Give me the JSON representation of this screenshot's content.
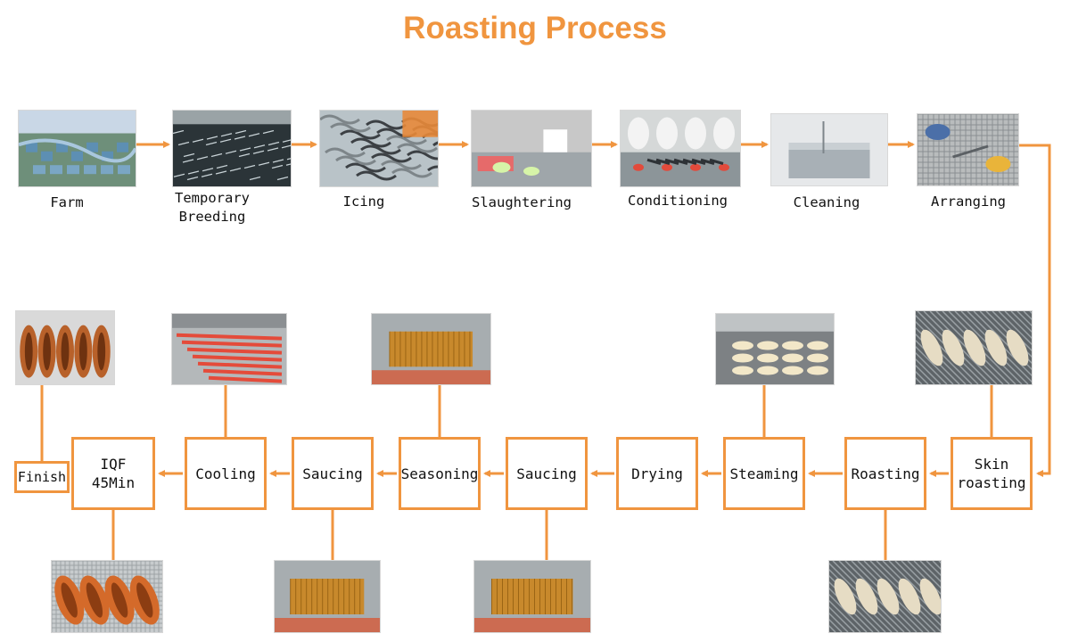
{
  "title": "Roasting Process",
  "colors": {
    "accent": "#f0953f"
  },
  "top_steps": [
    {
      "label": "Farm",
      "image": "fish-farm-aerial-photo"
    },
    {
      "label": "Temporary\nBreeding",
      "image": "eels-in-pond-photo"
    },
    {
      "label": "Icing",
      "image": "eels-on-ice-photo"
    },
    {
      "label": "Slaughtering",
      "image": "slaughtering-line-photo"
    },
    {
      "label": "Conditioning",
      "image": "workers-conditioning-photo"
    },
    {
      "label": "Cleaning",
      "image": "cleaning-tank-photo"
    },
    {
      "label": "Arranging",
      "image": "arranging-on-belt-photo"
    }
  ],
  "bottom_steps": [
    {
      "label": "Skin\nroasting"
    },
    {
      "label": "Roasting"
    },
    {
      "label": "Steaming"
    },
    {
      "label": "Drying"
    },
    {
      "label": "Saucing"
    },
    {
      "label": "Seasoning"
    },
    {
      "label": "Saucing"
    },
    {
      "label": "Cooling"
    },
    {
      "label": "IQF\n45Min"
    },
    {
      "label": "Finish"
    }
  ],
  "bottom_photos": [
    {
      "step": "Skin\nroasting",
      "image": "skin-roasting-grill-photo"
    },
    {
      "step": "Roasting",
      "image": "roasting-grill-photo"
    },
    {
      "step": "Steaming",
      "image": "steaming-conveyor-photo"
    },
    {
      "step": "Saucing",
      "image": "saucing-roller-photo"
    },
    {
      "step": "Seasoning",
      "image": "seasoning-roller-photo"
    },
    {
      "step": "Saucing",
      "image": "saucing-roller-photo-2"
    },
    {
      "step": "Cooling",
      "image": "cooling-conveyor-photo"
    },
    {
      "step": "IQF\n45Min",
      "image": "iqf-freezer-belt-photo"
    },
    {
      "step": "Finish",
      "image": "finished-roasted-eel-photo"
    }
  ]
}
